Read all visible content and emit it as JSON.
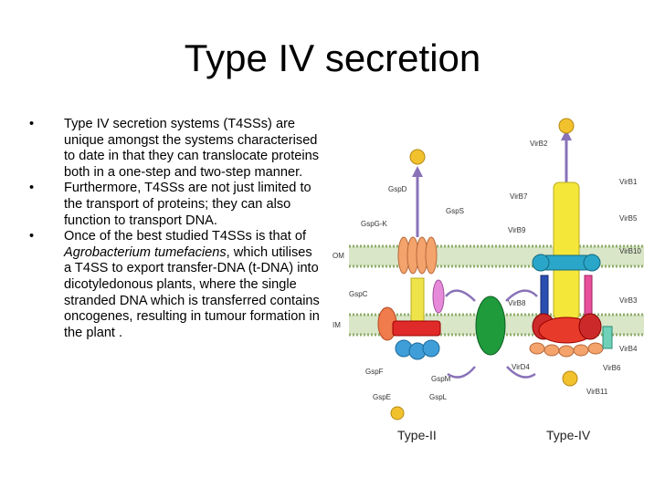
{
  "slide": {
    "title": "Type  IV  secretion",
    "bullets": [
      {
        "text": "Type  IV  secretion  systems  (T4SSs) are  unique  amongst  the  systems characterised  to date  in  that  they can  translocate  proteins  both  in  a one-step  and  two-step  manner."
      },
      {
        "text": "Furthermore,  T4SSs  are  not  just limited  to  the  transport  of proteins;  they  can  also function  to transport  DNA."
      },
      {
        "text_before": "Once  of  the best  studied T4SSs  is that of  ",
        "italic": "Agrobacterium tumefaciens",
        "text_after": ", which  utilises  a  T4SS  to  export transfer-DNA  (t-DNA)  into dicotyledonous  plants,  where  the single  stranded  DNA  which  is transferred  contains oncogenes, resulting  in  tumour  formation  in the  plant ."
      }
    ],
    "bullet_symbol": "•"
  },
  "figure": {
    "membrane_labels": {
      "outer": "OM",
      "inner": "IM"
    },
    "type2_labels": [
      "GspD",
      "GspG-K",
      "GspS",
      "GspC",
      "GspF",
      "GspE",
      "GspM",
      "GspL"
    ],
    "type4_labels": [
      "VirB2",
      "VirB1",
      "VirB7",
      "VirB5",
      "VirB9",
      "VirB10",
      "VirB8",
      "VirB3",
      "VirB4",
      "VirB6",
      "VirB11",
      "VirD4"
    ],
    "captions": {
      "left": "Type-II",
      "right": "Type-IV"
    }
  }
}
